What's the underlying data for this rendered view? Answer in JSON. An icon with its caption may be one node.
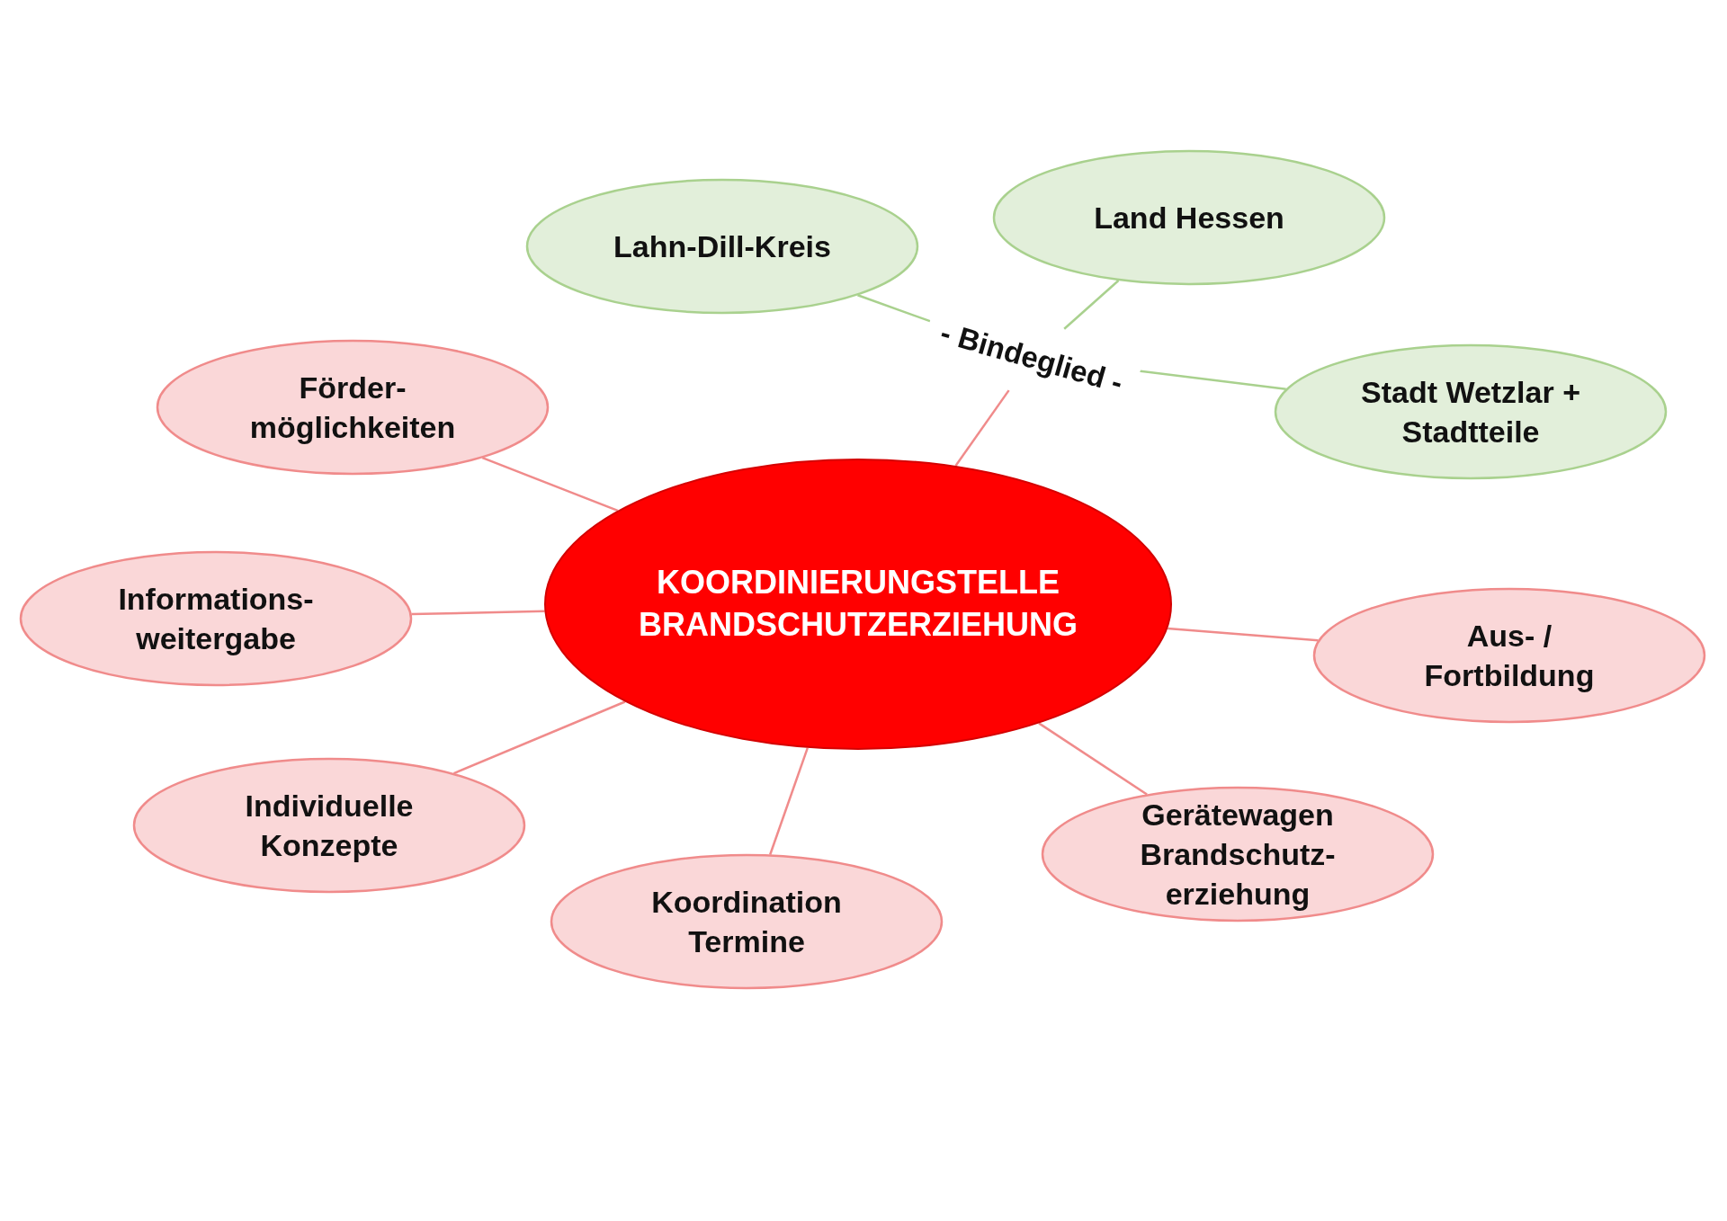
{
  "diagram": {
    "nodes": [
      {
        "text": [
          "KOORDINIERUNGSTELLE BRANDSCHUTZERZIEHUNG"
        ]
      },
      {
        "text": [
          "Lahn-Dill-Kreis"
        ]
      },
      {
        "text": [
          "Land Hessen"
        ]
      },
      {
        "text": [
          "- Bindeglied -"
        ]
      },
      {
        "text": [
          "Stadt Wetzlar + Stadtteile"
        ]
      },
      {
        "text": [
          "Förder- möglichkeiten"
        ]
      },
      {
        "text": [
          "Informations- weitergabe"
        ]
      },
      {
        "text": [
          "Aus- / Fortbildung"
        ]
      },
      {
        "text": [
          "Individuelle Konzepte"
        ]
      },
      {
        "text": [
          "Gerätewagen Brandschutz- erziehung"
        ]
      },
      {
        "text": [
          "Koordination Termine"
        ]
      }
    ],
    "edges": [
      {
        "from": 0,
        "to": 3,
        "arrow": "none"
      },
      {
        "from": 3,
        "to": 1,
        "arrow": "none",
        "color": "#a9d18e"
      },
      {
        "from": 3,
        "to": 2,
        "arrow": "none",
        "color": "#a9d18e"
      },
      {
        "from": 3,
        "to": 4,
        "arrow": "none",
        "color": "#a9d18e"
      },
      {
        "from": 0,
        "to": 5,
        "arrow": "none"
      },
      {
        "from": 0,
        "to": 6,
        "arrow": "none"
      },
      {
        "from": 0,
        "to": 7,
        "arrow": "none"
      },
      {
        "from": 0,
        "to": 8,
        "arrow": "none"
      },
      {
        "from": 0,
        "to": 9,
        "arrow": "none"
      },
      {
        "from": 0,
        "to": 10,
        "arrow": "none"
      }
    ]
  }
}
